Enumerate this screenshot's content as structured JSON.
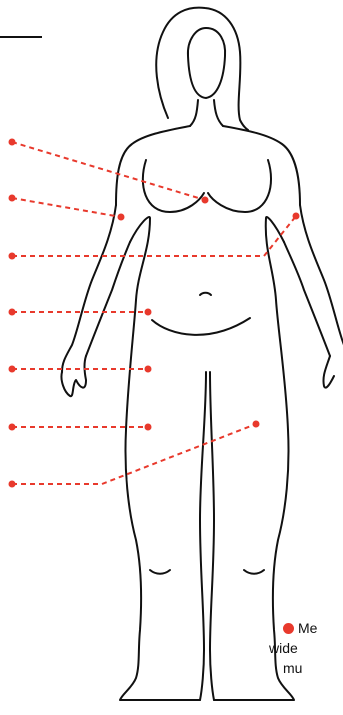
{
  "colors": {
    "accent": "#e8392c",
    "outline": "#111111",
    "background": "#ffffff"
  },
  "note": {
    "line1": "Me",
    "line2": "wide",
    "line3": "mu"
  },
  "markers": [
    {
      "name": "marker-chest"
    },
    {
      "name": "marker-upper-arm"
    },
    {
      "name": "marker-waist-left"
    },
    {
      "name": "marker-waist-right"
    },
    {
      "name": "marker-belly"
    },
    {
      "name": "marker-hip"
    },
    {
      "name": "marker-upper-thigh"
    },
    {
      "name": "marker-lower-thigh"
    }
  ]
}
